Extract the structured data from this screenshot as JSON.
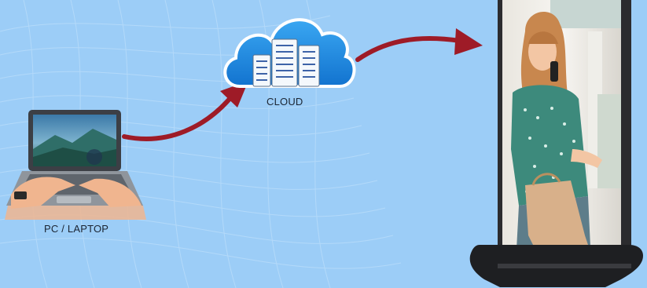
{
  "nodes": {
    "source": {
      "label": "PC / LAPTOP",
      "icon": "laptop-icon"
    },
    "cloud": {
      "label": "CLOUD",
      "icon": "cloud-server-icon"
    },
    "display": {
      "icon": "digital-signage-display-icon",
      "content": "photo-of-woman-on-phone-with-shopping-bags"
    }
  },
  "arrows": [
    {
      "from": "source",
      "to": "cloud",
      "color": "#9e1b27"
    },
    {
      "from": "cloud",
      "to": "display",
      "color": "#9e1b27"
    }
  ],
  "colors": {
    "background": "#9ccdf7",
    "cloud": "#1e88e5",
    "arrow": "#9e1b27",
    "display_frame": "#2b2b2e"
  }
}
